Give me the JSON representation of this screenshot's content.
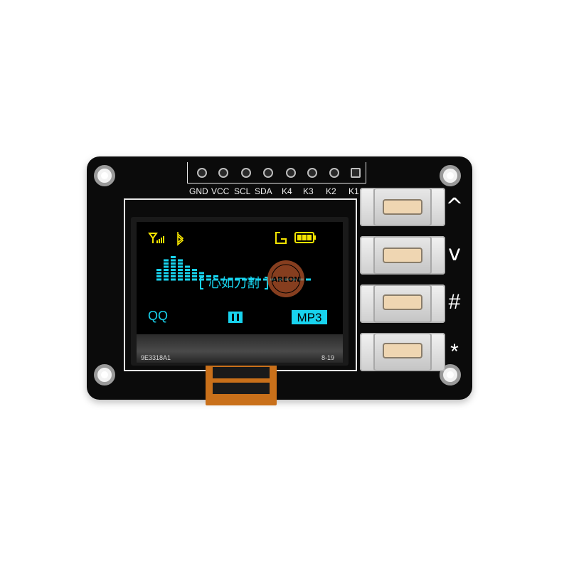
{
  "pin_labels": [
    "GND",
    "VCC",
    "SCL",
    "SDA",
    "K4",
    "K3",
    "K2",
    "K1"
  ],
  "button_labels": [
    "^",
    "v",
    "#",
    "*"
  ],
  "display": {
    "title": "心如刀割",
    "left_label": "QQ",
    "right_label": "MP3",
    "spectrum_levels": [
      0.5,
      0.75,
      0.9,
      0.75,
      0.55,
      0.45,
      0.3,
      0.2,
      0.2,
      0.15,
      0.15,
      0.1,
      0.1,
      0.1,
      0.1,
      0.1,
      0.1,
      0.1,
      0.1,
      0.05,
      0.05,
      0.05
    ],
    "colors": {
      "yellow": "#f5e400",
      "cyan": "#18d3ee"
    }
  },
  "glass_code": "9E3318A1",
  "glass_date": "8-19",
  "watermark": "AREON"
}
